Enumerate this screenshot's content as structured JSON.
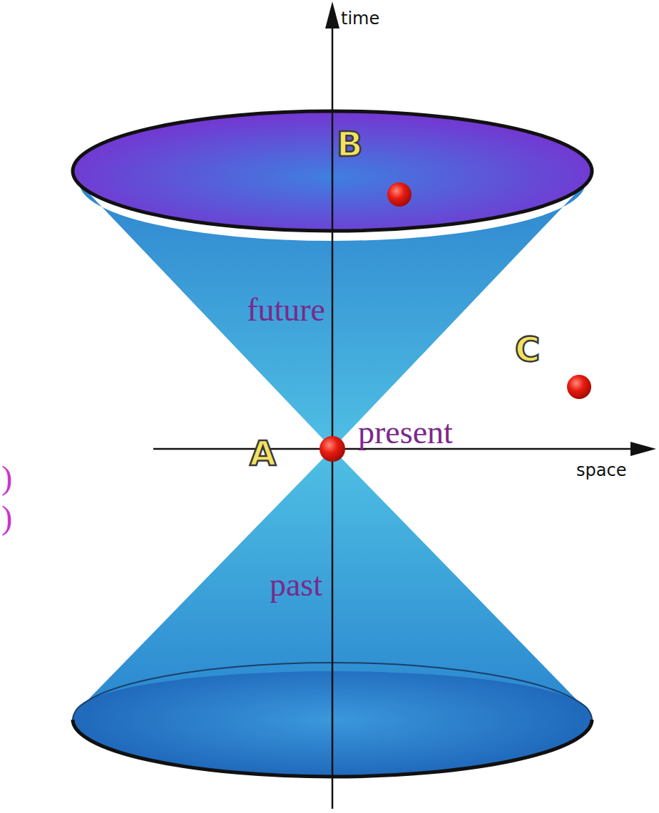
{
  "diagram": {
    "nodes": [
      {
        "text": [
          "future"
        ]
      },
      {
        "text": [
          "past"
        ]
      }
    ],
    "labels": [
      "time",
      "space",
      "A",
      "B",
      "C",
      "present",
      ")",
      ")"
    ]
  }
}
